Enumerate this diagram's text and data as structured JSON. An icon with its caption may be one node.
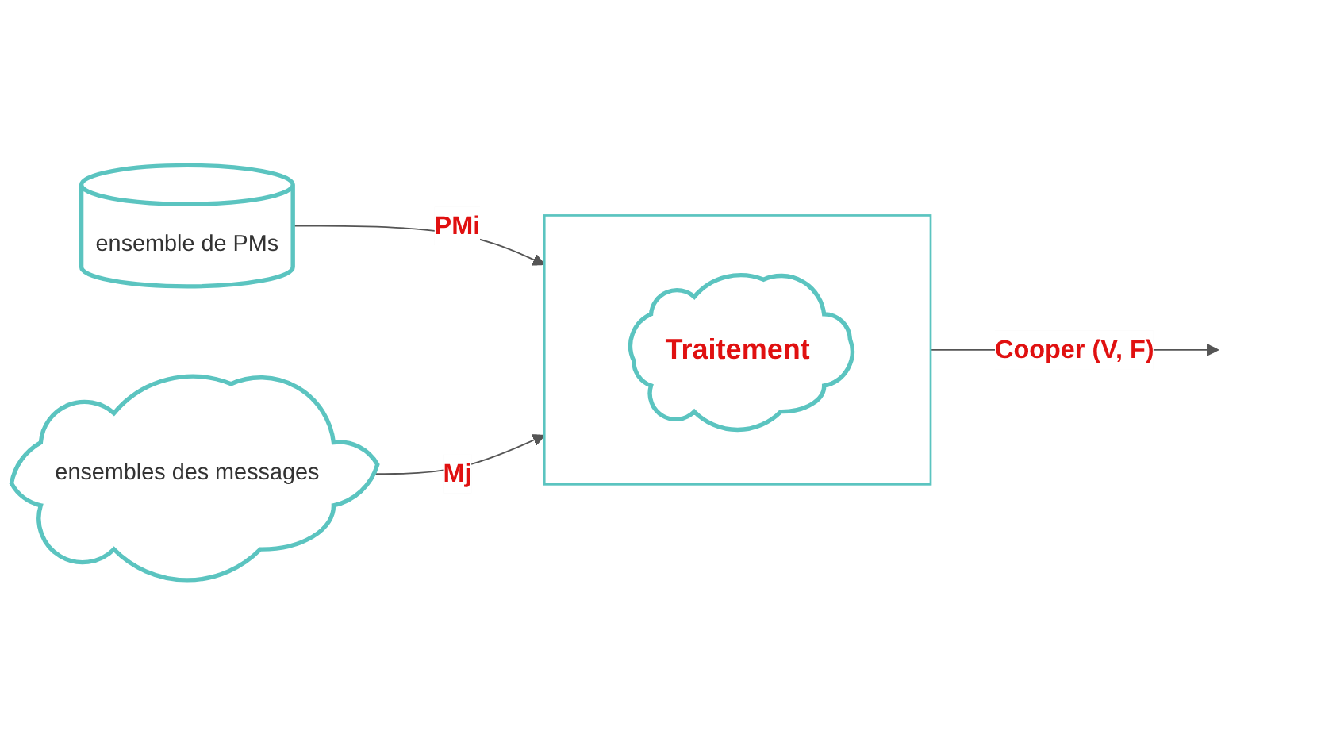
{
  "diagram": {
    "nodes": [
      {
        "text": [
          "ensemble de PMs"
        ]
      },
      {
        "text": [
          "ensembles des messages"
        ]
      },
      {
        "text": [],
        "shape": "box"
      },
      {
        "text": [
          "Traitement"
        ],
        "in": 2
      }
    ],
    "edges": [
      {
        "from": 0,
        "to": 2,
        "arrow": "to",
        "label": "PMi"
      },
      {
        "from": 1,
        "to": 2,
        "arrow": "to",
        "label": "Mj"
      },
      {
        "from": 2,
        "to": null,
        "arrow": "to",
        "label": "Cooper (V, F)"
      }
    ]
  }
}
